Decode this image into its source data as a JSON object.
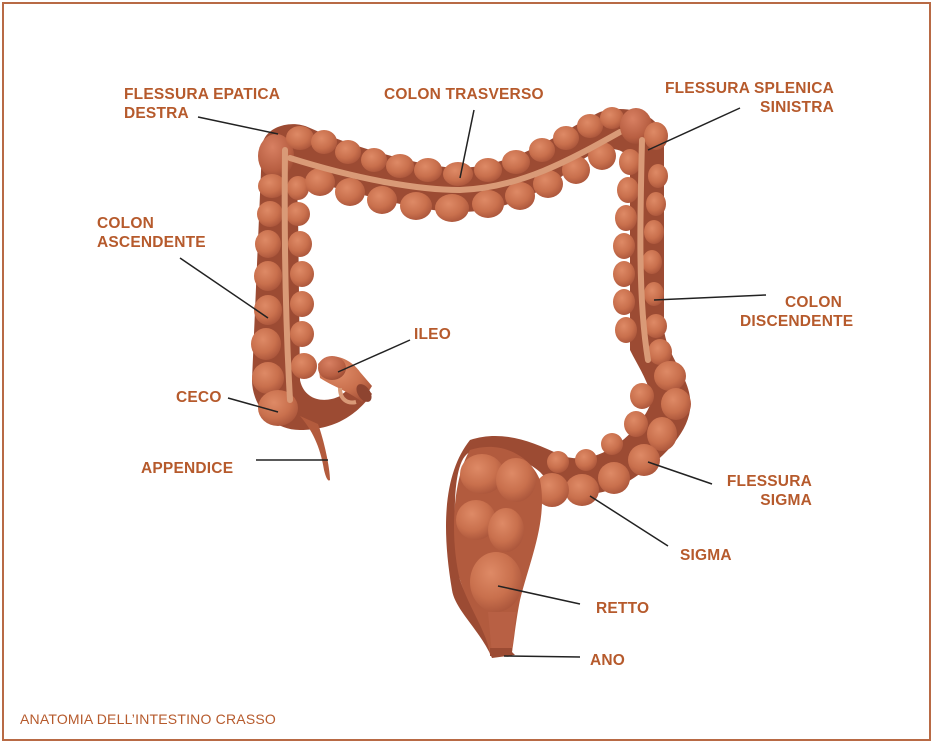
{
  "labels": {
    "flessura_epatica": "FLESSURA EPATICA\nDESTRA",
    "colon_trasverso": "COLON TRASVERSO",
    "flessura_splenica": "FLESSURA SPLENICA\nSINISTRA",
    "colon_ascendente": "COLON\nASCENDENTE",
    "colon_discendente": "COLON\nDISCENDENTE",
    "ileo": "ILEO",
    "ceco": "CECO",
    "appendice": "APPENDICE",
    "flessura_sigma": "FLESSURA\nSIGMA",
    "sigma": "SIGMA",
    "retto": "RETTO",
    "ano": "ANO"
  },
  "caption": "ANATOMIA DELL’INTESTINO CRASSO",
  "colors": {
    "label": "#b65a2c",
    "border": "#b86a45",
    "haustra": "#c8714e",
    "haustra_dark": "#a65338",
    "band": "#d99a77",
    "leader": "#222222"
  }
}
